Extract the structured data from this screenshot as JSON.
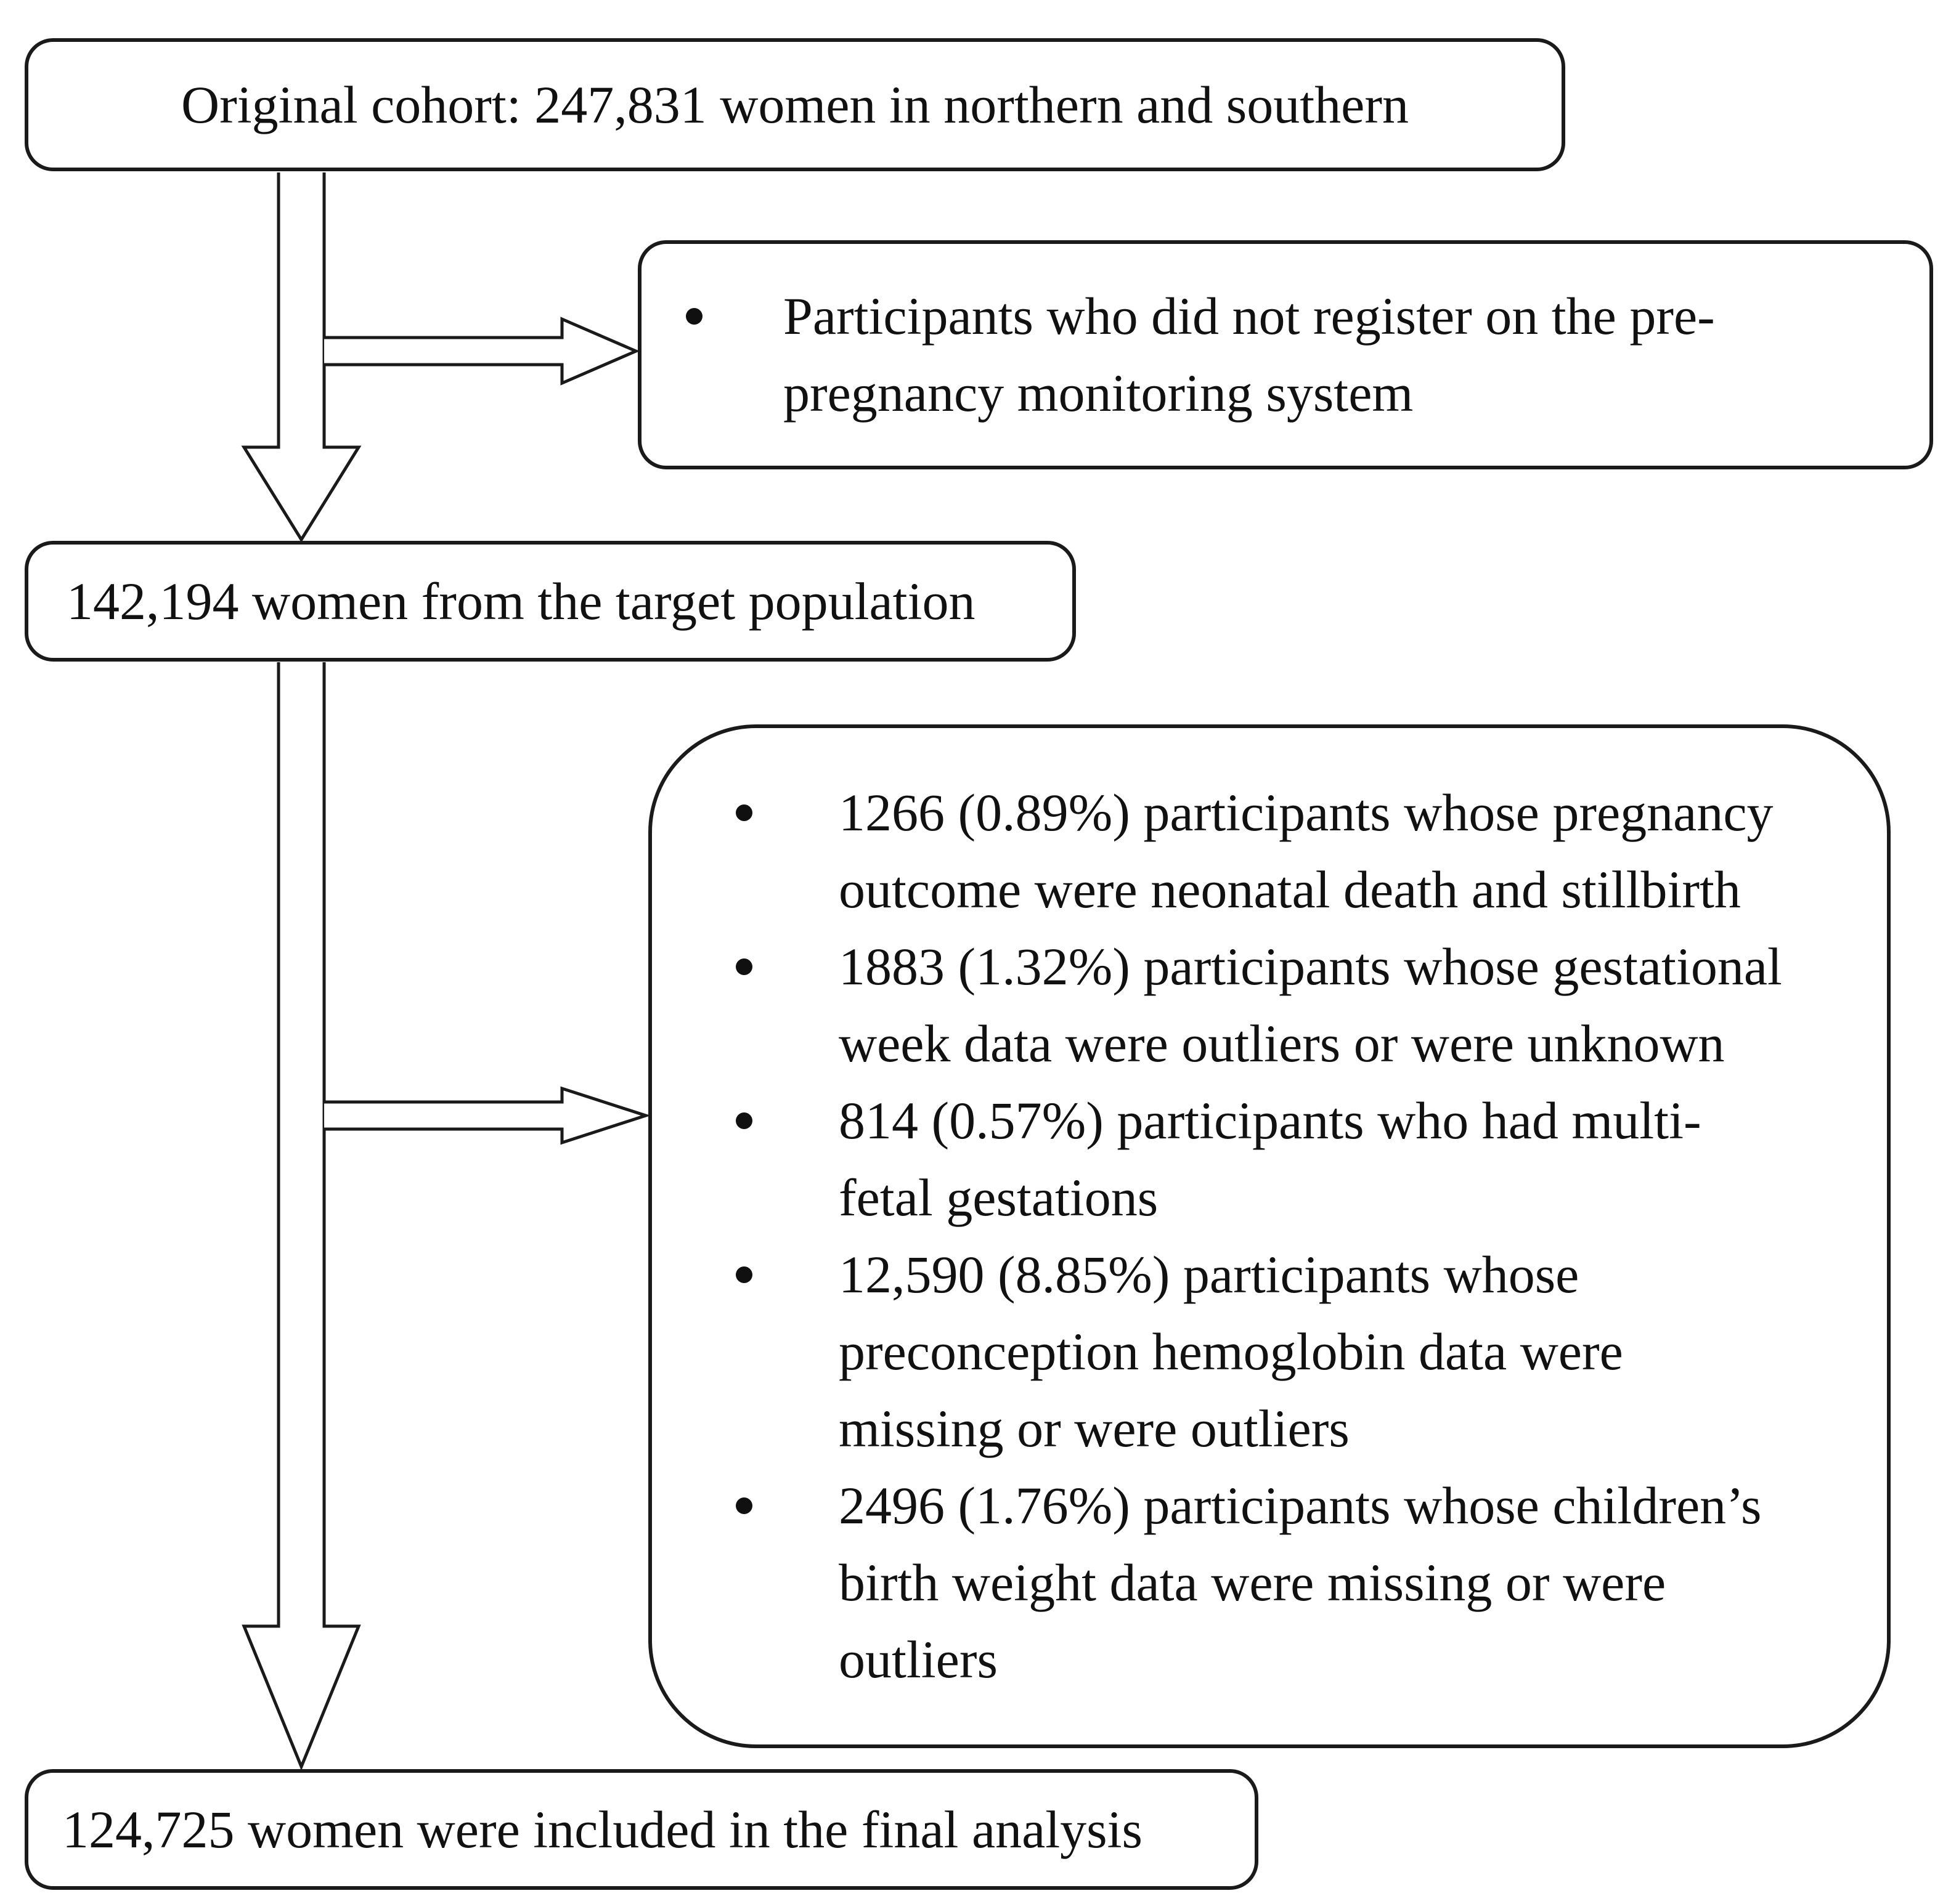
{
  "flow": {
    "original_cohort": "Original cohort: 247,831 women in northern and southern",
    "excluded_pre_registration": [
      "Participants who did not register on the pre-\npregnancy monitoring system"
    ],
    "target_population": "142,194 women from the target population",
    "exclusion_reasons": [
      "1266 (0.89%) participants whose pregnancy\noutcome were neonatal death and stillbirth",
      "1883 (1.32%) participants whose gestational\nweek data were outliers or were unknown",
      "814 (0.57%) participants who had multi-\nfetal gestations",
      "12,590 (8.85%) participants whose\npreconception hemoglobin data were\nmissing or were outliers",
      "2496 (1.76%) participants whose children’s\nbirth weight data were missing or were\noutliers"
    ],
    "final_analysis": "124,725 women were included in the final analysis",
    "colors": {
      "line": "#1a1a1a",
      "background": "#ffffff"
    }
  }
}
